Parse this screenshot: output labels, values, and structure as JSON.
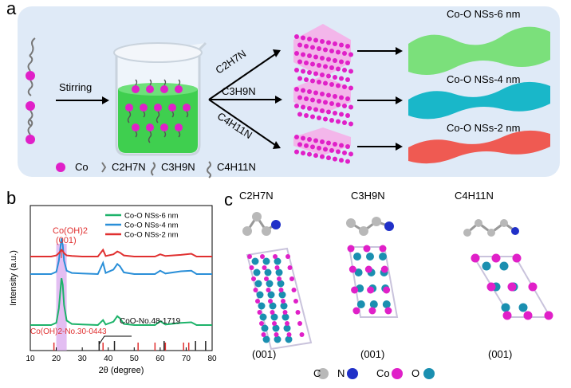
{
  "panel_a": {
    "letter": "a",
    "stirring": "Stirring",
    "amine_top": "C2H7N",
    "amine_mid": "C3H9N",
    "amine_bot": "C4H11N",
    "product_top": "Co-O NSs-6 nm",
    "product_mid": "Co-O NSs-4 nm",
    "product_bot": "Co-O NSs-2 nm",
    "legend_co": "Co",
    "legend_c2": "C2H7N",
    "legend_c3": "C3H9N",
    "legend_c4": "C4H11N",
    "colors": {
      "co_atom": "#e020c8",
      "liquid": "#3fcf4f",
      "sheet_6nm": "#7be07b",
      "sheet_4nm": "#19b7c9",
      "sheet_2nm": "#ef5a52"
    }
  },
  "panel_b": {
    "letter": "b",
    "peak_label_1": "Co(OH)2",
    "peak_label_2": "(001)",
    "ref_co_oh2": "Co(OH)2-No.30-0443",
    "ref_coo": "CoO-No.48-1719"
  },
  "panel_c": {
    "letter": "c",
    "mol1": "C2H7N",
    "mol2": "C3H9N",
    "mol3": "C4H11N",
    "facet1": "(001)",
    "facet2": "(001)",
    "facet3": "(001)",
    "legend_c": "C",
    "legend_n": "N",
    "legend_co": "Co",
    "legend_o": "O"
  },
  "chart_data": {
    "type": "line",
    "xlabel": "2θ (degree)",
    "ylabel": "Intensity (a.u.)",
    "xlim": [
      10,
      80
    ],
    "xticks": [
      10,
      20,
      30,
      40,
      50,
      60,
      70,
      80
    ],
    "highlight_band_deg": [
      20,
      24
    ],
    "series": [
      {
        "name": "Co-O NSs-6 nm",
        "color": "#1db36a",
        "offset": 0,
        "x": [
          10,
          18,
          20,
          21,
          22,
          22.5,
          23,
          24,
          26,
          30,
          36,
          38,
          39,
          42,
          43.5,
          44.5,
          46,
          50,
          58,
          60,
          62,
          68,
          72,
          74,
          80
        ],
        "y": [
          0,
          0,
          0.2,
          1.5,
          4.2,
          3.6,
          1.8,
          0.4,
          0.1,
          0.05,
          0,
          0.45,
          0.05,
          0.3,
          0.8,
          0.6,
          0.1,
          0,
          0,
          0.35,
          0.05,
          0.2,
          0.25,
          0,
          0
        ]
      },
      {
        "name": "Co-O NSs-4 nm",
        "color": "#2a8fd8",
        "offset": 1,
        "x": [
          10,
          18,
          20,
          21,
          22,
          22.5,
          23,
          24,
          26,
          30,
          36,
          38,
          39,
          42,
          43.5,
          44.5,
          46,
          50,
          58,
          60,
          62,
          68,
          72,
          74,
          80
        ],
        "y": [
          0,
          0,
          0.2,
          1.2,
          3.2,
          2.6,
          1.2,
          0.3,
          0.1,
          0.05,
          0,
          1.0,
          0.1,
          0.4,
          0.9,
          0.7,
          0.15,
          0,
          0,
          0.3,
          0.05,
          0.25,
          0.3,
          0,
          0
        ]
      },
      {
        "name": "Co-O NSs-2 nm",
        "color": "#e03030",
        "offset": 2,
        "x": [
          10,
          18,
          20,
          21,
          22,
          22.5,
          23,
          24,
          26,
          30,
          36,
          38,
          39,
          42,
          43.5,
          44.5,
          46,
          50,
          58,
          60,
          62,
          68,
          72,
          74,
          80
        ],
        "y": [
          0,
          0,
          0.1,
          0.3,
          0.6,
          0.5,
          0.3,
          0.1,
          0.05,
          0,
          0,
          0.6,
          0.05,
          0.2,
          0.45,
          0.35,
          0.1,
          0,
          0,
          0.2,
          0.05,
          0.15,
          0.25,
          0,
          0
        ]
      }
    ],
    "reference_sticks": [
      {
        "name": "Co(OH)2-No.30-0443",
        "color": "#e03030",
        "x": [
          19.1,
          38,
          51.5,
          58,
          62,
          69,
          71
        ]
      },
      {
        "name": "CoO-No.48-1719",
        "color": "#222222",
        "x": [
          36.5,
          42.4,
          61.5,
          73.6,
          77.5
        ]
      }
    ]
  }
}
